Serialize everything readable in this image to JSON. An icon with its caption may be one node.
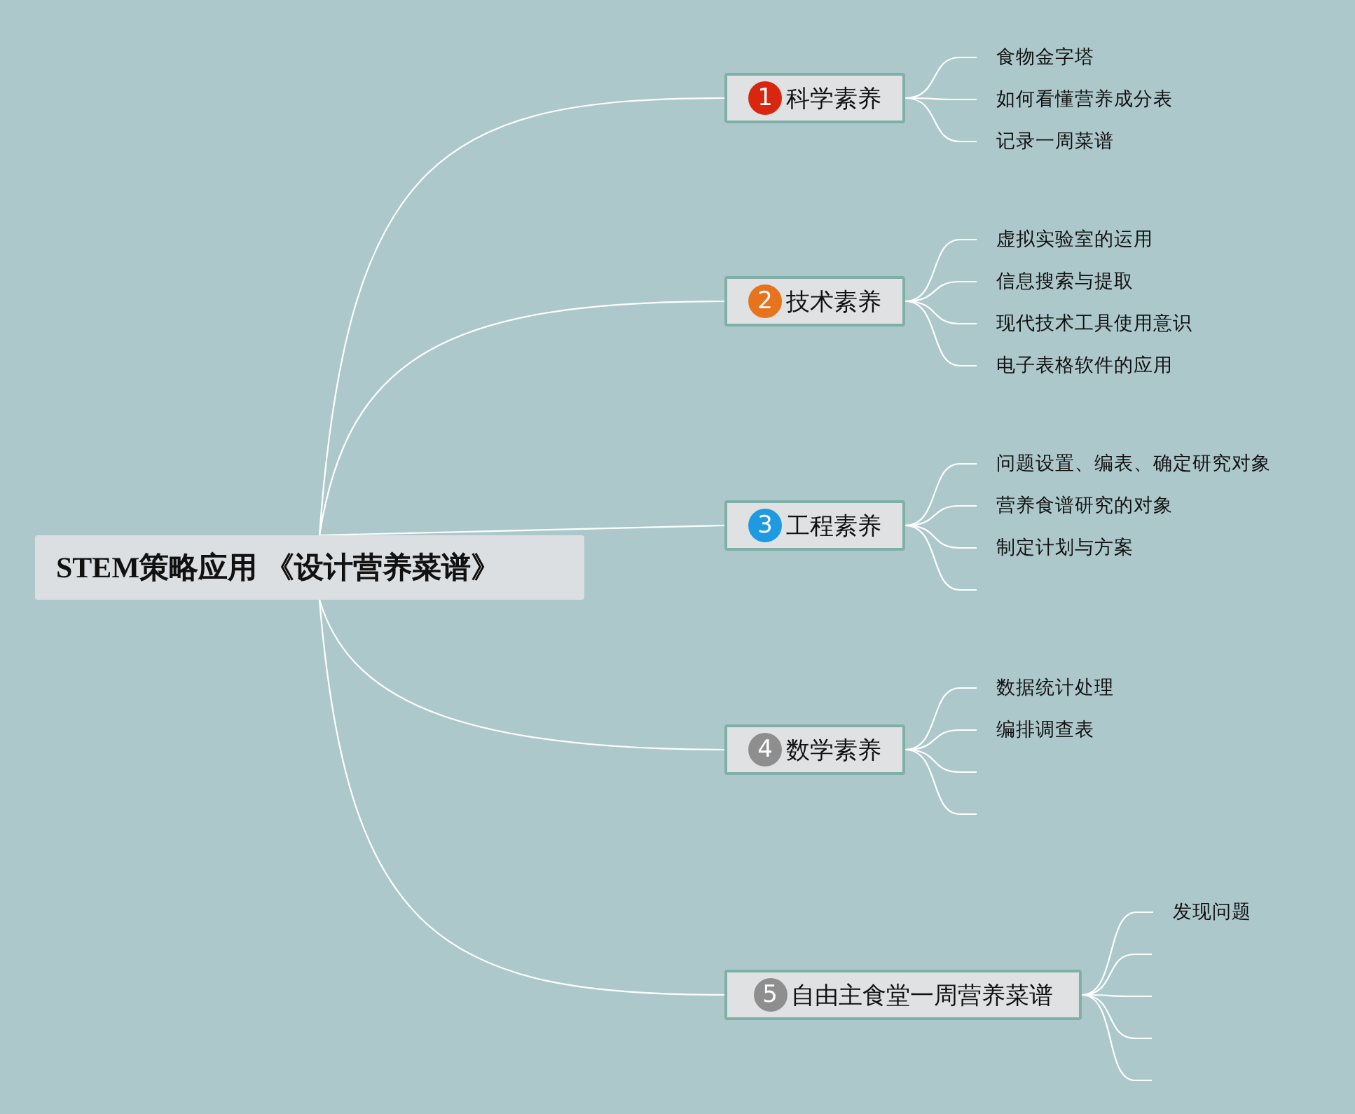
{
  "diagram": {
    "nodes": [
      {
        "text": [
          "STEM策略应用 《设计营养菜谱》"
        ]
      },
      {
        "text": [
          "1",
          "科学素养"
        ]
      },
      {
        "text": [
          "食物金字塔"
        ]
      },
      {
        "text": [
          "如何看懂营养成分表"
        ]
      },
      {
        "text": [
          "记录一周菜谱"
        ]
      },
      {
        "text": [
          "2",
          "技术素养"
        ]
      },
      {
        "text": [
          "虚拟实验室的运用"
        ]
      },
      {
        "text": [
          "信息搜索与提取"
        ]
      },
      {
        "text": [
          "现代技术工具使用意识"
        ]
      },
      {
        "text": [
          "电子表格软件的应用"
        ]
      },
      {
        "text": [
          "3",
          "工程素养"
        ]
      },
      {
        "text": [
          "问题设置、编表、确定研究对象"
        ]
      },
      {
        "text": [
          "营养食谱研究的对象"
        ]
      },
      {
        "text": [
          "制定计划与方案"
        ]
      },
      {
        "text": [
          "4",
          "数学素养"
        ]
      },
      {
        "text": [
          "数据统计处理"
        ]
      },
      {
        "text": [
          "编排调查表"
        ]
      },
      {
        "text": [
          "5",
          "自由主食堂一周营养菜谱"
        ]
      },
      {
        "text": [
          "发现问题"
        ]
      }
    ],
    "edges": [
      {
        "from": 0,
        "to": 1,
        "arrow": "none"
      },
      {
        "from": 0,
        "to": 5,
        "arrow": "none"
      },
      {
        "from": 0,
        "to": 10,
        "arrow": "none"
      },
      {
        "from": 0,
        "to": 14,
        "arrow": "none"
      },
      {
        "from": 0,
        "to": 17,
        "arrow": "none"
      },
      {
        "from": 1,
        "to": 2,
        "arrow": "none"
      },
      {
        "from": 1,
        "to": 3,
        "arrow": "none"
      },
      {
        "from": 1,
        "to": 4,
        "arrow": "none"
      },
      {
        "from": 5,
        "to": 6,
        "arrow": "none"
      },
      {
        "from": 5,
        "to": 7,
        "arrow": "none"
      },
      {
        "from": 5,
        "to": 8,
        "arrow": "none"
      },
      {
        "from": 5,
        "to": 9,
        "arrow": "none"
      },
      {
        "from": 10,
        "to": 11,
        "arrow": "none"
      },
      {
        "from": 10,
        "to": 12,
        "arrow": "none"
      },
      {
        "from": 10,
        "to": 13,
        "arrow": "none"
      },
      {
        "from": 10,
        "to": null,
        "arrow": "none"
      },
      {
        "from": 14,
        "to": 15,
        "arrow": "none"
      },
      {
        "from": 14,
        "to": 16,
        "arrow": "none"
      },
      {
        "from": 14,
        "to": null,
        "arrow": "none"
      },
      {
        "from": 14,
        "to": null,
        "arrow": "none"
      },
      {
        "from": 17,
        "to": 18,
        "arrow": "none"
      },
      {
        "from": 17,
        "to": null,
        "arrow": "none"
      },
      {
        "from": 17,
        "to": null,
        "arrow": "none"
      },
      {
        "from": 17,
        "to": null,
        "arrow": "none"
      },
      {
        "from": 17,
        "to": null,
        "arrow": "none"
      }
    ]
  }
}
